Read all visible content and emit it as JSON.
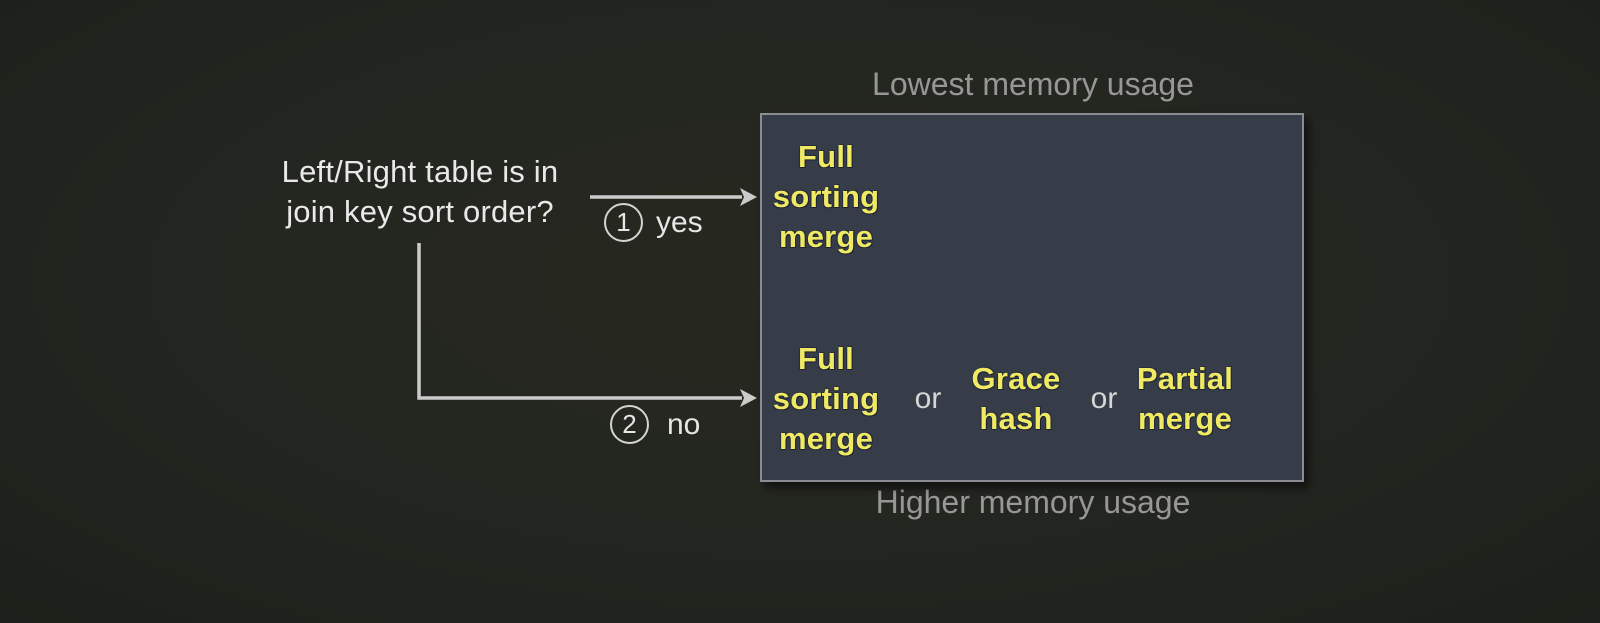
{
  "diagram": {
    "question": {
      "line1": "Left/Right table is in",
      "line2": "join key sort order?"
    },
    "branches": {
      "yes": {
        "number": "1",
        "label": "yes"
      },
      "no": {
        "number": "2",
        "label": "no"
      }
    },
    "captions": {
      "top": "Lowest memory usage",
      "bottom": "Higher memory usage"
    },
    "box": {
      "sorted_case": {
        "full_sorting_merge": [
          "Full",
          "sorting",
          "merge"
        ]
      },
      "unsorted_case": {
        "full_sorting_merge": [
          "Full",
          "sorting",
          "merge"
        ],
        "or1": "or",
        "grace_hash": [
          "Grace",
          "hash"
        ],
        "or2": "or",
        "partial_merge": [
          "Partial",
          "merge"
        ]
      }
    },
    "colors": {
      "background": "#232520",
      "box_fill": "#363c48",
      "box_border": "#8a8e94",
      "highlight_yellow": "#f0e964",
      "caption_gray": "#979797",
      "arrow_gray": "#cbcbcb",
      "text_white": "#e9e9e9"
    }
  }
}
